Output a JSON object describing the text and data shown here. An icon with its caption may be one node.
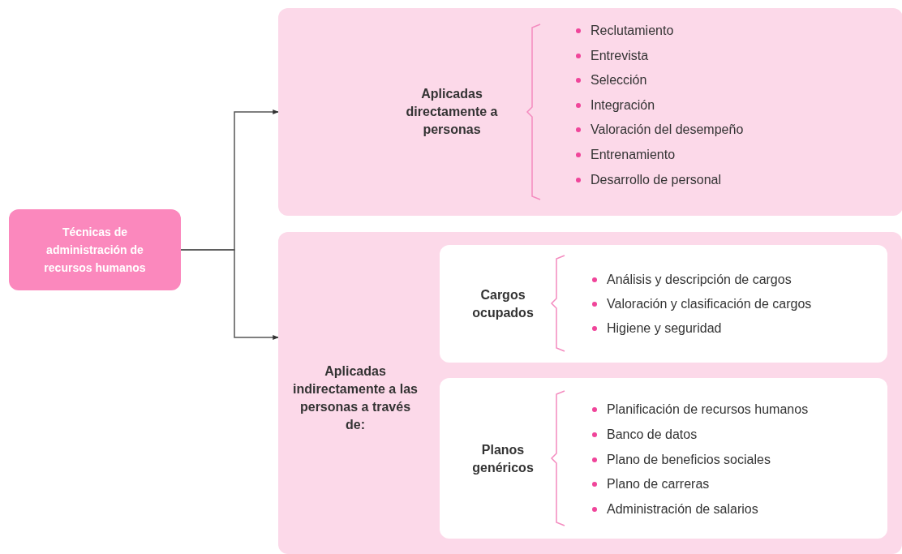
{
  "diagram": {
    "nodes": [
      {
        "text": [
          "Técnicas de administración de recursos humanos"
        ]
      },
      {
        "text": [
          "Aplicadas directamente a personas",
          "Reclutamiento",
          "Entrevista",
          "Selección",
          "Integración",
          "Valoración del desempeño",
          "Entrenamiento",
          "Desarrollo de personal"
        ]
      },
      {
        "text": [
          "Aplicadas indirectamente a las personas a través de:"
        ]
      },
      {
        "text": [
          "Cargos ocupados",
          "Análisis y descripción de cargos",
          "Valoración y clasificación de cargos",
          "Higiene y seguridad"
        ],
        "in": 2
      },
      {
        "text": [
          "Planos genéricos",
          "Planificación de recursos humanos",
          "Banco de datos",
          "Plano de beneficios sociales",
          "Plano de carreras",
          "Administración de salarios"
        ],
        "in": 2
      }
    ],
    "edges": [
      {
        "from": 0,
        "to": 1,
        "arrow": "to"
      },
      {
        "from": 0,
        "to": 2,
        "arrow": "to"
      }
    ]
  }
}
